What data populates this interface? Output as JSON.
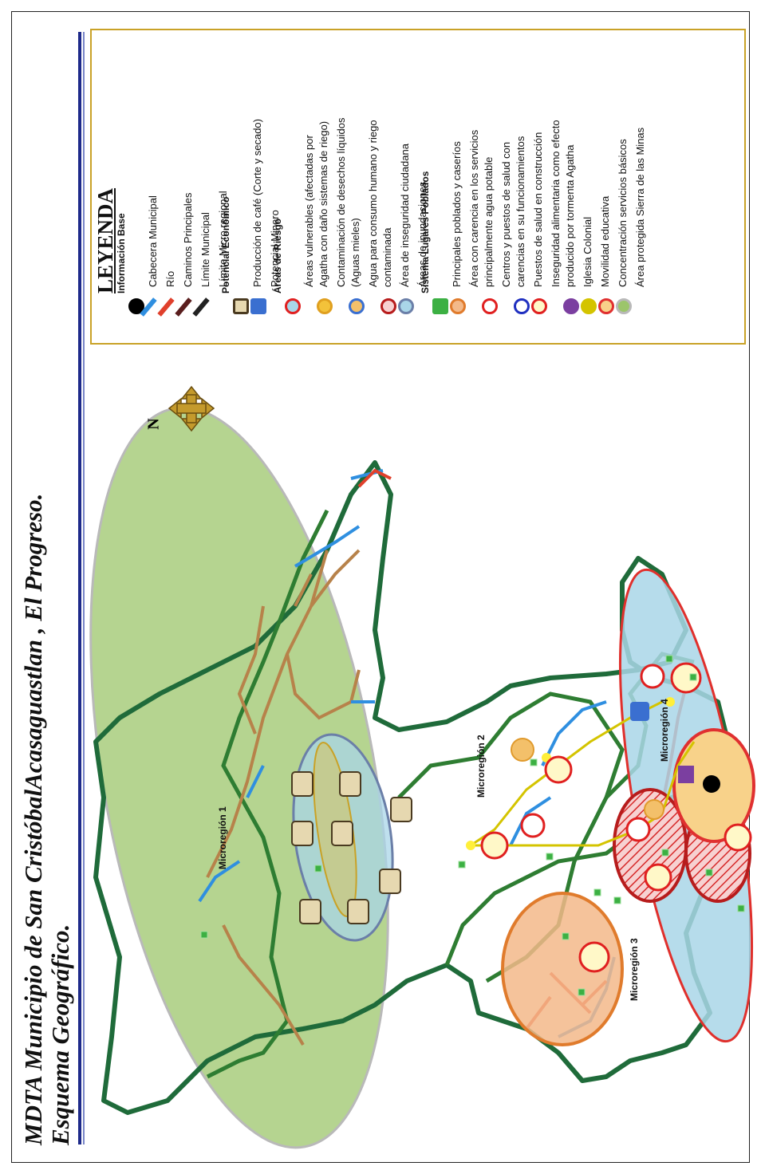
{
  "title": {
    "line1": "MDTA Municipio de San  CristóbalAcasaguastlan ,  El Progreso.",
    "line2": "Esquema Geográfico."
  },
  "north_label": "N",
  "map": {
    "regions": [
      {
        "label": "Microregión 1"
      },
      {
        "label": "Microregión 2"
      },
      {
        "label": "Microregión 3"
      },
      {
        "label": "Microregión 4"
      }
    ]
  },
  "legend": {
    "title": "LEYENDA",
    "sections": [
      {
        "heading": "Información Base",
        "items": [
          {
            "label": "Cabecera Municipal",
            "icon": "black-dot-icon"
          },
          {
            "label": "Río",
            "icon": "river-line-icon"
          },
          {
            "label": "Caminos Principales",
            "icon": "road-line-icon"
          },
          {
            "label": "Límite Municipal",
            "icon": "municipal-limit-icon"
          },
          {
            "label": "Límite Micro regional",
            "icon": "microregional-limit-icon"
          }
        ]
      },
      {
        "heading": "Potencial Económico",
        "items": [
          {
            "label": "Producción de café (Corte y secado)",
            "icon": "coffee-sack-icon"
          },
          {
            "label": "Potencial Minero",
            "icon": "mining-icon"
          }
        ]
      },
      {
        "heading": "Áreas de Riesgo",
        "items": [
          {
            "label": "Áreas vulnerables  (afectadas por",
            "label2": "Agatha con daño sistemas de riego)",
            "icon": "vulnerable-area-icon"
          },
          {
            "label": "Contaminación de desechos líquidos",
            "label2": "(Aguas mieles)",
            "icon": "liquid-waste-icon"
          },
          {
            "label": "Agua para consumo humano y riego",
            "label2": "contaminada",
            "icon": "contaminated-water-icon"
          },
          {
            "label": "Área de inseguridad ciudadana",
            "icon": "insecurity-area-icon"
          },
          {
            "label": "Áreas de inundaciones",
            "icon": "flood-area-icon"
          }
        ]
      },
      {
        "heading": "Sistema Lugares Poblados",
        "items": [
          {
            "label": "Principales poblados y caseríos",
            "icon": "village-square-icon"
          },
          {
            "label": "Área con carencia en los servicios",
            "label2": "principalmente agua potable",
            "icon": "water-shortage-icon"
          },
          {
            "label": "Centros y puestos de salud con",
            "label2": "carencias en su funcionamientos",
            "icon": "health-center-icon"
          },
          {
            "label": "Puestos de salud en construcción",
            "icon": "health-construction-icon"
          },
          {
            "label": "Inseguridad alimentaria como efecto",
            "label2": "producido por tormenta Agatha",
            "icon": "food-insecurity-icon"
          },
          {
            "label": "Iglesia Colonial",
            "icon": "church-icon"
          },
          {
            "label": "Movilidad educativa",
            "icon": "education-arrow-icon"
          },
          {
            "label": "Concentración servicios básicos",
            "icon": "basic-services-icon"
          },
          {
            "label": "Área protegida Sierra de las Minas",
            "icon": "protected-area-icon"
          }
        ]
      }
    ]
  },
  "colors": {
    "municipal_limit": "#1f6b3a",
    "microregional_limit": "#2e7d32",
    "road": "#b7824a",
    "river": "#2f8fe0",
    "red_road": "#e0402c",
    "protected_area": "#9cc56b",
    "flood_area": "#a9d6e8",
    "water_shortage": "#f3b98a",
    "education": "#d4c400",
    "title_bar": "#1e2a8a",
    "legend_border": "#c9a227"
  }
}
